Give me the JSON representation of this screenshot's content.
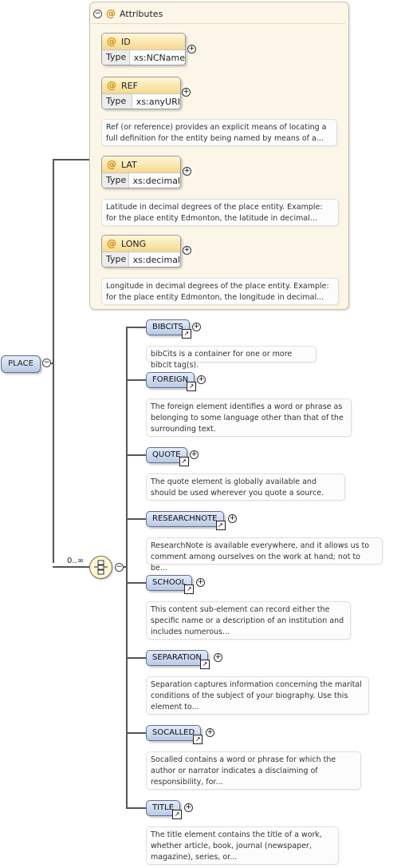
{
  "root": {
    "label": "PLACE"
  },
  "attributes": {
    "header": "Attributes",
    "items": [
      {
        "name": "ID",
        "type_key": "Type",
        "type": "xs:NCName",
        "description": ""
      },
      {
        "name": "REF",
        "type_key": "Type",
        "type": "xs:anyURI",
        "description": "Ref (or reference) provides an explicit means of locating a full definition for the entity being named by means of a..."
      },
      {
        "name": "LAT",
        "type_key": "Type",
        "type": "xs:decimal",
        "description": "Latitude in decimal degrees of the place entity. Example: for the place entity Edmonton, the latitude in decimal..."
      },
      {
        "name": "LONG",
        "type_key": "Type",
        "type": "xs:decimal",
        "description": "Longitude in decimal degrees of the place entity. Example: for the place entity Edmonton, the longitude in decimal..."
      }
    ]
  },
  "sequence": {
    "cardinality": "0..∞"
  },
  "elements": [
    {
      "name": "BIBCITS",
      "description": "bibCits is a container for one or more bibcit tag(s)."
    },
    {
      "name": "FOREIGN",
      "description": "The foreign element identifies a word or phrase as belonging to some language other than that of the surrounding text."
    },
    {
      "name": "QUOTE",
      "description": "The quote element is globally available and should be used wherever you quote a source."
    },
    {
      "name": "RESEARCHNOTE",
      "description": "ResearchNote is available everywhere, and it allows us to comment among ourselves on the work at hand; not to be..."
    },
    {
      "name": "SCHOOL",
      "description": "This content sub-element can record either the specific name or a description of an institution and includes numerous..."
    },
    {
      "name": "SEPARATION",
      "description": "Separation captures information concerning the marital conditions of the subject of your biography. Use this element to..."
    },
    {
      "name": "SOCALLED",
      "description": "Socalled contains a word or phrase for which the author or narrator indicates a disclaiming of responsibility, for..."
    },
    {
      "name": "TITLE",
      "description": "The title element contains the title of a work, whether article, book, journal (newspaper, magazine), series, or..."
    }
  ],
  "colors": {
    "element_fill": "#c9d7ef",
    "attribute_fill": "#f5d98d",
    "group_fill": "#fbf6e8",
    "connector": "#555555"
  },
  "icons": {
    "collapse": "minus-circle-icon",
    "expand": "plus-circle-icon",
    "reference": "reference-arrow-icon",
    "attribute": "at-sign-icon",
    "sequence": "sequence-icon"
  }
}
